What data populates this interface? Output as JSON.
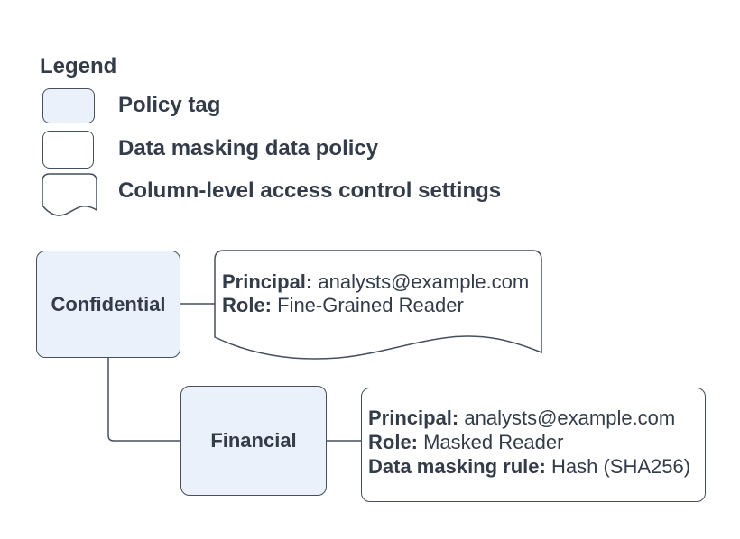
{
  "legend": {
    "title": "Legend",
    "items": [
      {
        "id": "policy-tag",
        "label": "Policy tag"
      },
      {
        "id": "data-masking-policy",
        "label": "Data masking data policy"
      },
      {
        "id": "access-control",
        "label": "Column-level access control settings"
      }
    ]
  },
  "nodes": {
    "confidential": {
      "label": "Confidential"
    },
    "financial": {
      "label": "Financial"
    }
  },
  "cards": {
    "access_control": {
      "principal_label": "Principal:",
      "principal_value": "analysts@example.com",
      "role_label": "Role:",
      "role_value": "Fine-Grained Reader"
    },
    "data_policy": {
      "principal_label": "Principal:",
      "principal_value": "analysts@example.com",
      "role_label": "Role:",
      "role_value": "Masked Reader",
      "rule_label": "Data masking rule:",
      "rule_value": "Hash (SHA256)"
    }
  },
  "colors": {
    "tag_fill": "#EAF1FB",
    "card_fill": "#FFFFFF",
    "stroke": "#454F5E",
    "text": "#333C48"
  }
}
